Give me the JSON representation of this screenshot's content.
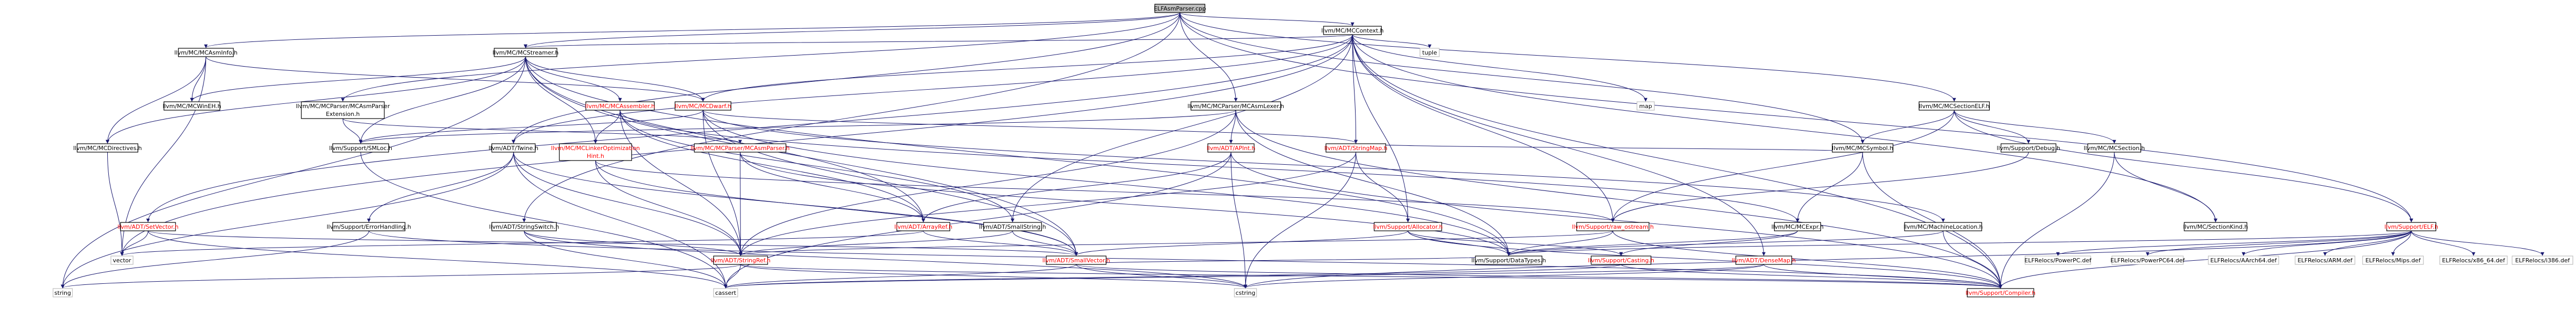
{
  "diagram": {
    "nodes": {
      "root": "ELFAsmParser.cpp",
      "mccontext": "llvm/MC/MCContext.h",
      "mcasminfo": "llvm/MC/MCAsmInfo.h",
      "mcstreamer": "llvm/MC/MCStreamer.h",
      "tuple": "tuple",
      "mcasmlexer": "llvm/MC/MCParser/MCAsmLexer.h",
      "mcsectionelf": "llvm/MC/MCSectionELF.h",
      "mcwinehl1": "llvm/MC/MCWinEH.h",
      "mcasmparserext1": "llvm/MC/MCParser/MCAsmParser",
      "mcasmparserext2": "Extension.h",
      "mcassembler": "llvm/MC/MCAssembler.h",
      "mcdwarf": "llvm/MC/MCDwarf.h",
      "map": "map",
      "mcsymbol": "llvm/MC/MCSymbol.h",
      "supportdebug": "llvm/Support/Debug.h",
      "mcsection": "llvm/MC/MCSection.h",
      "supportelf": "llvm/Support/ELF.h",
      "mcdirectives": "llvm/MC/MCDirectives.h",
      "supportsmloc": "llvm/Support/SMLoc.h",
      "adttwine": "llvm/ADT/Twine.h",
      "mclinkeropt1": "llvm/MC/MCLinkerOptimization",
      "mclinkeropt2": "Hint.h",
      "mcasmparser": "llvm/MC/MCParser/MCAsmParser.h",
      "adtapint": "llvm/ADT/APInt.h",
      "adtstringmap": "llvm/ADT/StringMap.h",
      "supportrawostream": "llvm/Support/raw_ostream.h",
      "mcexpr": "llvm/MC/MCExpr.h",
      "mcmachinelocation": "llvm/MC/MachineLocation.h",
      "mcsectionkind": "llvm/MC/SectionKind.h",
      "adtsetvector": "llvm/ADT/SetVector.h",
      "supporterrorhandling": "llvm/Support/ErrorHandling.h",
      "adtstringswitch": "llvm/ADT/StringSwitch.h",
      "adtarrayref": "llvm/ADT/ArrayRef.h",
      "adtsmallstring": "llvm/ADT/SmallString.h",
      "supportallocator": "llvm/Support/Allocator.h",
      "vector": "vector",
      "adtstringref": "llvm/ADT/StringRef.h",
      "adtsmallvector": "llvm/ADT/SmallVector.h",
      "supportdatatypes": "llvm/Support/DataTypes.h",
      "supportcasting": "llvm/Support/Casting.h",
      "adtdensemap": "llvm/ADT/DenseMap.h",
      "string": "string",
      "cassert": "cassert",
      "cstring": "cstring",
      "supportcompiler": "llvm/Support/Compiler.h",
      "elfppc": "ELFRelocs/PowerPC.def",
      "elfppc64": "ELFRelocs/PowerPC64.def",
      "elfaarch64": "ELFRelocs/AArch64.def",
      "elfarm": "ELFRelocs/ARM.def",
      "elfmips": "ELFRelocs/Mips.def",
      "elfx8664": "ELFRelocs/x86_64.def",
      "elfi386": "ELFRelocs/i386.def"
    }
  }
}
